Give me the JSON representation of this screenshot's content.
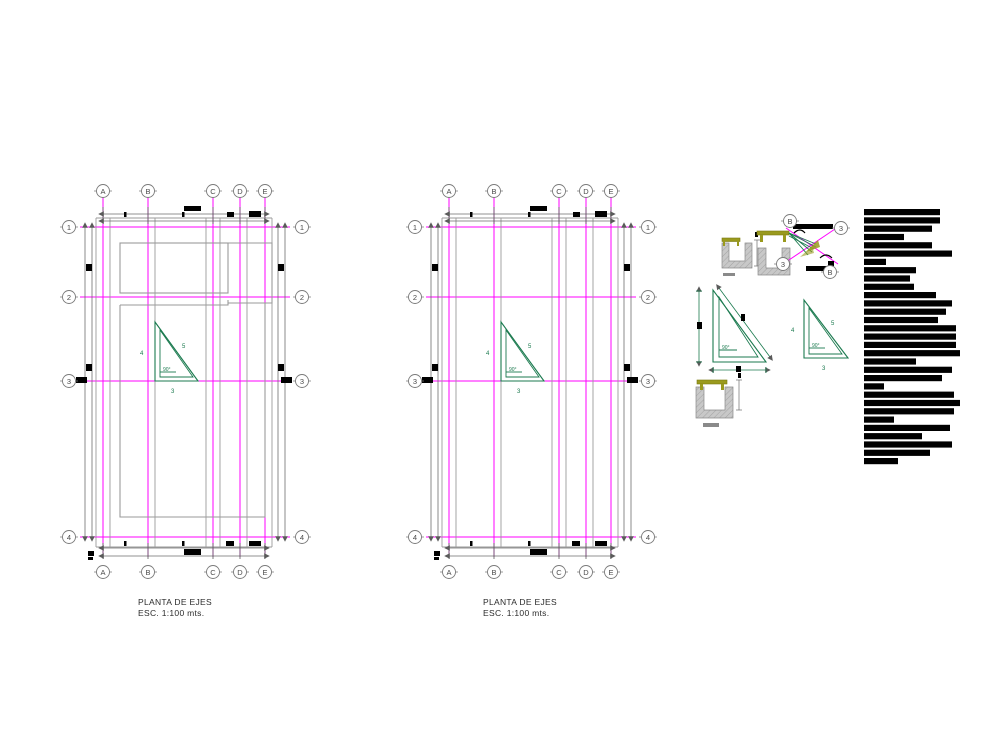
{
  "drawing": {
    "kind": "architectural-structural-cad-plan",
    "sheet_background": "#ffffff",
    "colors": {
      "grid_axis": "#ff00ff",
      "wall_outline": "#9a9a9a",
      "triangle": "#1b7a4f",
      "dimension": "#6e6e6e",
      "bubble_stroke": "#7a7a7a",
      "text": "#2b2b2b",
      "text_block": "#000000",
      "concrete_hatch": "#b0b0b0",
      "beam_olive": "#9a9a1e"
    }
  },
  "plans": [
    {
      "id": "plan-1",
      "title_line1": "PLANTA DE EJES",
      "title_line2": "ESC. 1:100 mts.",
      "horizontal_axis_labels": [
        "A",
        "B",
        "C",
        "D",
        "E"
      ],
      "vertical_axis_labels": [
        "1",
        "2",
        "3",
        "4"
      ],
      "has_interior_walls": true,
      "triangle": {
        "leg_horizontal_label": "3",
        "leg_vertical_label": "4",
        "hypotenuse_label": "5",
        "angle_label": "90°"
      }
    },
    {
      "id": "plan-2",
      "title_line1": "PLANTA DE EJES",
      "title_line2": "ESC. 1:100 mts.",
      "horizontal_axis_labels": [
        "A",
        "B",
        "C",
        "D",
        "E"
      ],
      "vertical_axis_labels": [
        "1",
        "2",
        "3",
        "4"
      ],
      "has_interior_walls": false,
      "triangle": {
        "leg_horizontal_label": "3",
        "leg_vertical_label": "4",
        "hypotenuse_label": "5",
        "angle_label": "90°"
      }
    }
  ],
  "details": {
    "axis_detail": {
      "bubbles": [
        "B",
        "3",
        "3",
        "B"
      ]
    },
    "triangle_large": {
      "angle_label": "90°"
    },
    "triangle_small": {
      "leg_horizontal_label": "3",
      "leg_vertical_label": "4",
      "hypotenuse_label": "5",
      "angle_label": "90°"
    },
    "footing_sections_count": 3
  },
  "notes_block": {
    "legible": false,
    "description": "dense specification text rendered too small to resolve; appears as solid black bars",
    "line_widths": [
      76,
      76,
      68,
      40,
      68,
      88,
      22,
      52,
      46,
      50,
      72,
      88,
      82,
      74,
      92,
      92,
      92,
      96,
      52,
      88,
      78,
      20,
      90,
      96,
      90,
      30,
      86,
      58,
      88,
      66,
      34
    ]
  }
}
